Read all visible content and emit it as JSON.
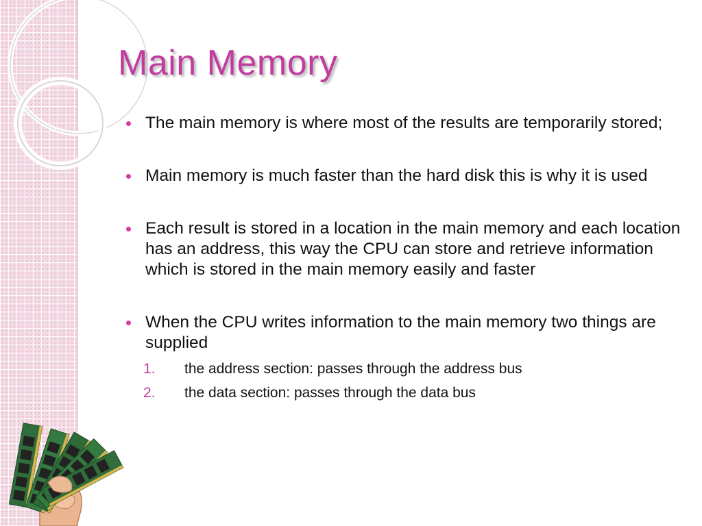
{
  "slide": {
    "title": "Main Memory",
    "bullets": [
      {
        "text": "The main memory is where most of the results are temporarily stored;"
      },
      {
        "text": "Main memory is much faster than the hard disk this is why it is used"
      },
      {
        "text": "Each result is stored in a location in the main memory and each location has an address,  this way the CPU can store and retrieve information which is stored in the main memory easily and faster"
      },
      {
        "text": "When the CPU writes information to the main memory two things are supplied"
      }
    ],
    "subitems": [
      {
        "num": "1.",
        "text": "the address section: passes through the address bus"
      },
      {
        "num": "2.",
        "text": "the data section: passes through the data bus"
      }
    ]
  },
  "colors": {
    "title": "#c23ca0",
    "bullet_marker": "#d63ca4",
    "side_panel": "#f3dbe5"
  },
  "decorations": {
    "circles": "ring-outlines",
    "image": "memory-modules-in-hand"
  }
}
